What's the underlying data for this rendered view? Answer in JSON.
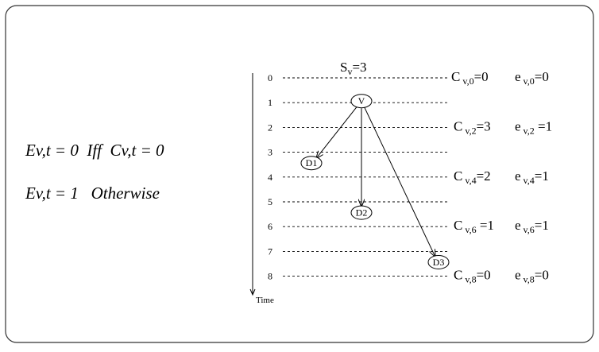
{
  "formulas": [
    {
      "text": "Ev,t = 0  Iff  Cv,t = 0"
    },
    {
      "text": "Ev,t = 1   Otherwise"
    }
  ],
  "axis": {
    "label": "Time"
  },
  "time_levels": [
    "0",
    "1",
    "2",
    "3",
    "4",
    "5",
    "6",
    "7",
    "8"
  ],
  "source_annotation": {
    "main": "S",
    "sub": "v",
    "rest": "=3"
  },
  "nodes": {
    "source": {
      "label": "V",
      "time": 1
    },
    "destinations": [
      {
        "label": "D1",
        "time": 3.5
      },
      {
        "label": "D2",
        "time": 5.5
      },
      {
        "label": "D3",
        "time": 7.5
      }
    ]
  },
  "level_annotations": [
    {
      "time": 0,
      "c_sub": "v,0",
      "c_val": "=0",
      "e_sub": "v,0",
      "e_val": "=0"
    },
    {
      "time": 2,
      "c_sub": "v,2",
      "c_val": "=3",
      "e_sub": "v,2",
      "e_val": " =1"
    },
    {
      "time": 4,
      "c_sub": "v,4",
      "c_val": "=2",
      "e_sub": "v,4",
      "e_val": "=1"
    },
    {
      "time": 6,
      "c_sub": "v,6",
      "c_val": " =1",
      "e_sub": "v,6",
      "e_val": "=1"
    },
    {
      "time": 8,
      "c_sub": "v,8",
      "c_val": "=0",
      "e_sub": "v,8",
      "e_val": "=0"
    }
  ],
  "letters": {
    "c": "C",
    "e": "e"
  }
}
